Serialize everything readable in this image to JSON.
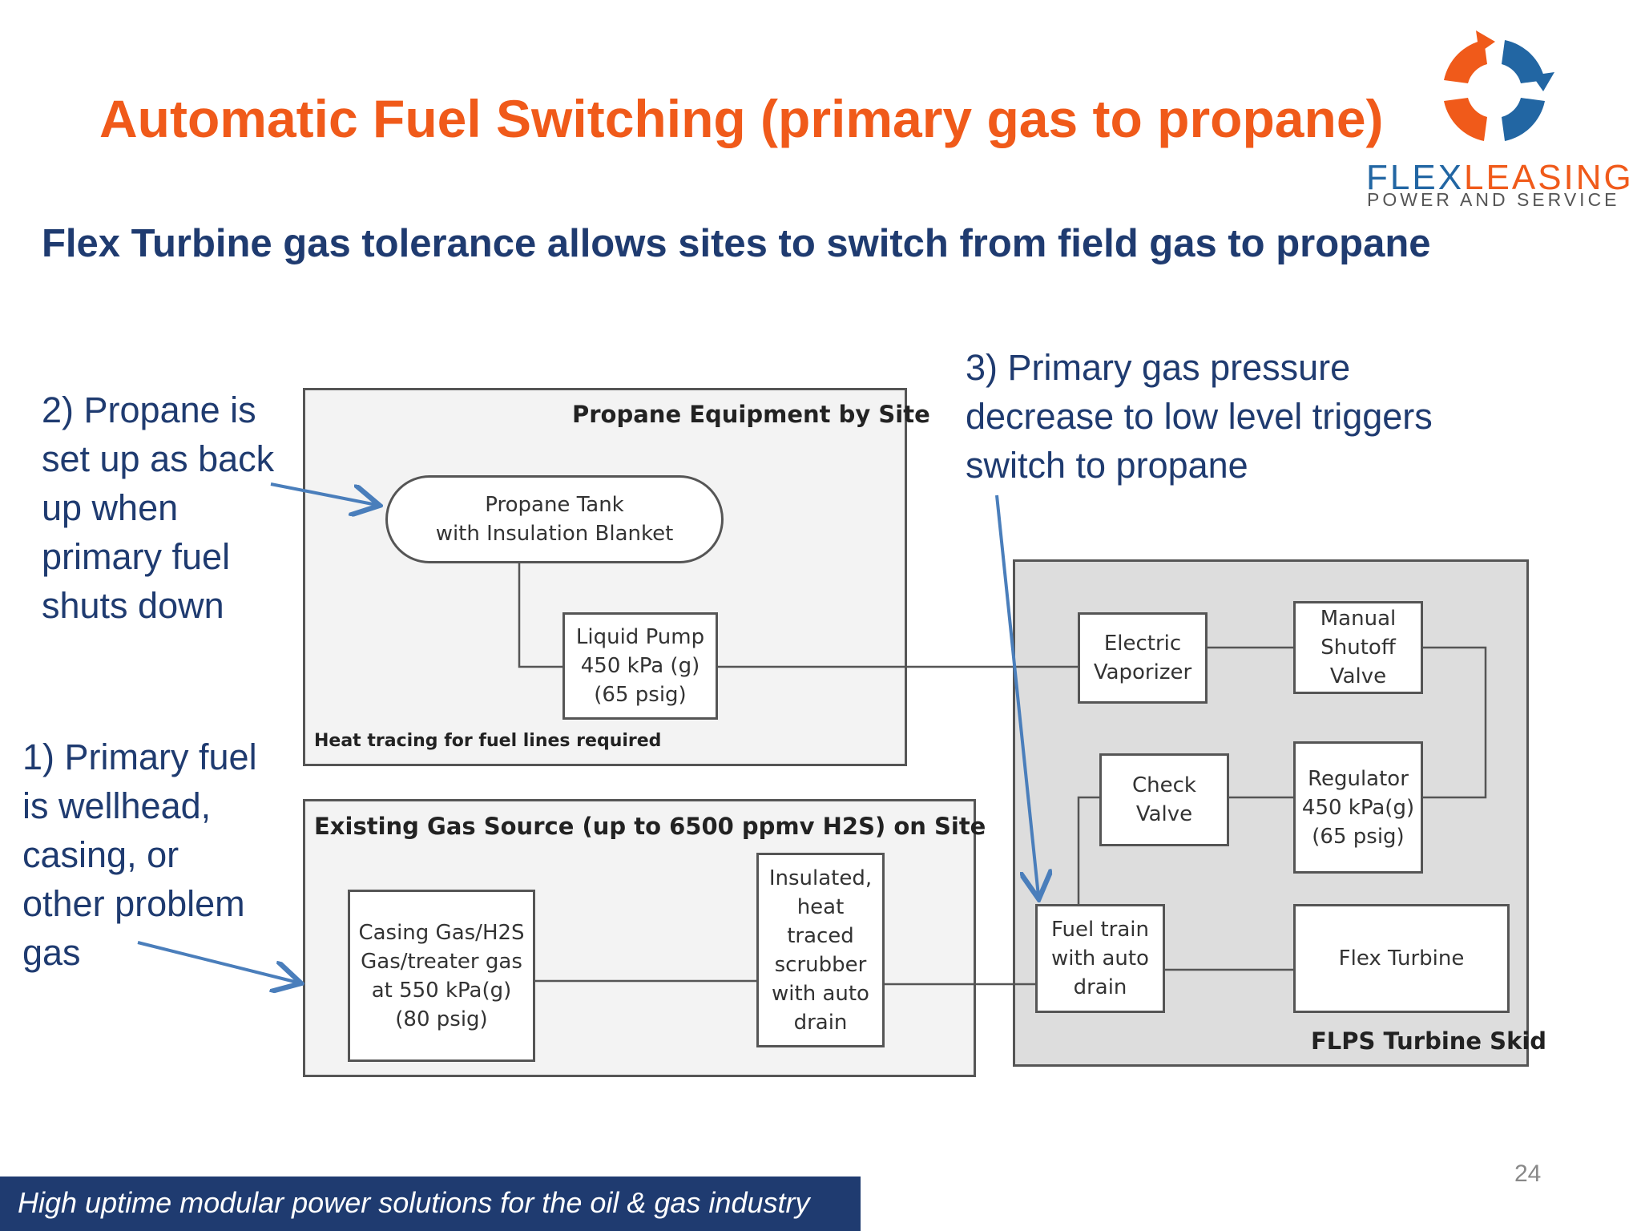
{
  "slide": {
    "title": "Automatic Fuel Switching (primary gas to propane)",
    "subtitle": "Flex Turbine gas tolerance allows sites to switch from field gas to propane",
    "page_number": "24"
  },
  "logo": {
    "word_part1": "FLEX",
    "word_part2": "LEASING",
    "tagline": "POWER AND SERVICE",
    "colors": {
      "orange": "#f05a1a",
      "blue": "#2266a3"
    }
  },
  "notes": {
    "propane_backup": [
      "2) Propane is",
      "set up as back",
      "up when",
      "primary fuel",
      "shuts down"
    ],
    "pressure_trigger": [
      "3) Primary gas pressure",
      "decrease to low level triggers",
      "switch to propane"
    ],
    "primary_fuel": [
      "1) Primary fuel",
      "is wellhead,",
      "casing, or",
      "other problem",
      "gas"
    ]
  },
  "diagram": {
    "propane_region": {
      "label": "Propane Equipment by Site",
      "note": "Heat tracing for fuel lines required"
    },
    "gas_region": {
      "label": "Existing Gas Source (up to 6500 ppmv H2S) on Site"
    },
    "skid_region": {
      "label": "FLPS Turbine Skid"
    },
    "boxes": {
      "propane_tank": [
        "Propane Tank",
        "with Insulation Blanket"
      ],
      "liquid_pump": [
        "Liquid Pump",
        "450 kPa (g)",
        "(65 psig)"
      ],
      "casing_gas": [
        "Casing Gas/H2S",
        "Gas/treater gas",
        "at 550 kPa(g)",
        "(80 psig)"
      ],
      "scrubber": [
        "Insulated,",
        "heat",
        "traced",
        "scrubber",
        "with auto",
        "drain"
      ],
      "electric_vaporizer": [
        "Electric",
        "Vaporizer"
      ],
      "manual_shutoff": [
        "Manual",
        "Shutoff",
        "Valve"
      ],
      "check_valve": [
        "Check",
        "Valve"
      ],
      "regulator": [
        "Regulator",
        "450 kPa(g)",
        "(65 psig)"
      ],
      "fuel_train": [
        "Fuel train",
        "with auto",
        "drain"
      ],
      "flex_turbine": [
        "Flex Turbine"
      ]
    },
    "colors": {
      "arrow": "#4a7ebb",
      "line": "#555555"
    }
  },
  "footer": {
    "text": "High uptime modular power solutions for the oil & gas industry",
    "color": "#1f3b70"
  }
}
